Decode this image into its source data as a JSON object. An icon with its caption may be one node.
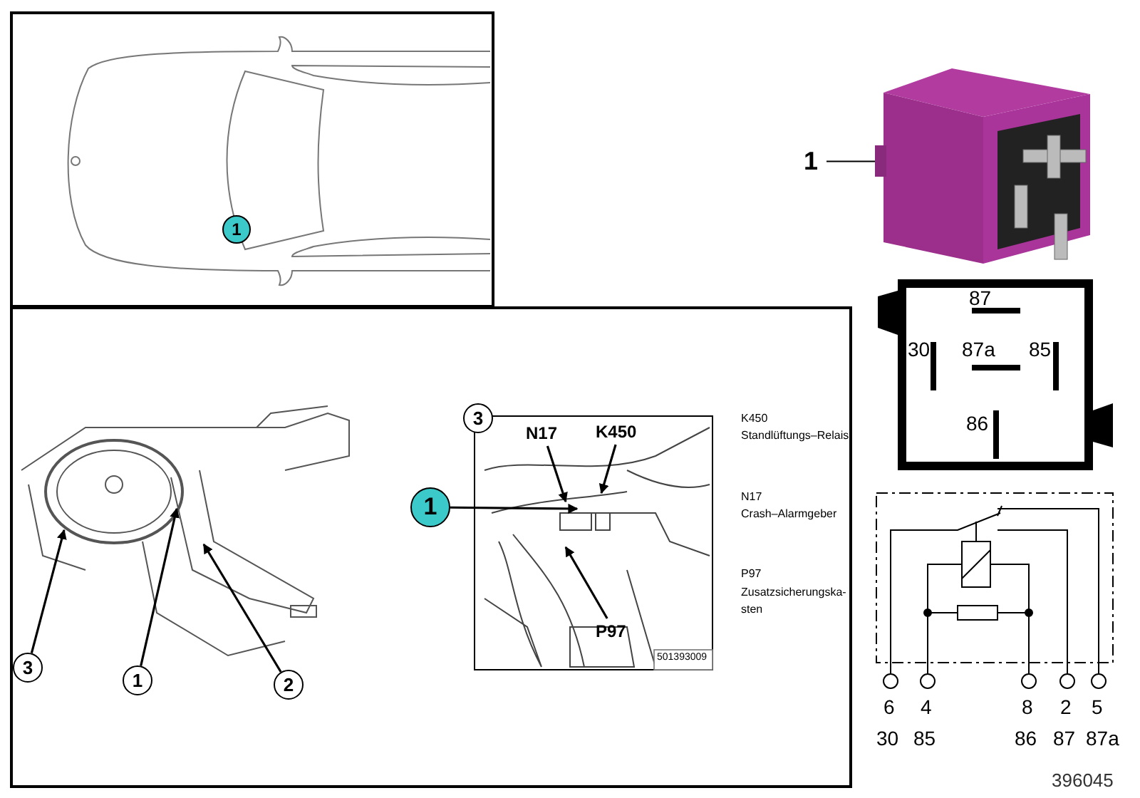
{
  "diagram": {
    "nodes": [
      {
        "text": [
          "1"
        ]
      },
      {
        "text": [],
        "shape": "picture"
      },
      {
        "text": [
          "1"
        ]
      },
      {
        "text": [
          "3"
        ]
      },
      {
        "text": [
          "N17"
        ]
      },
      {
        "text": [
          "K450"
        ]
      },
      {
        "text": [
          "1"
        ]
      },
      {
        "text": [
          "P97"
        ]
      },
      {
        "text": [
          "3"
        ]
      },
      {
        "text": [
          "1"
        ]
      },
      {
        "text": [
          "2"
        ]
      }
    ],
    "edges": [
      {
        "from": 0,
        "to": 1,
        "arrow": "none"
      },
      {
        "from": 8,
        "to": null,
        "arrow": "to"
      },
      {
        "from": 9,
        "to": null,
        "arrow": "to"
      },
      {
        "from": 10,
        "to": null,
        "arrow": "to"
      },
      {
        "from": 6,
        "to": null,
        "arrow": "to"
      },
      {
        "from": 4,
        "to": null,
        "arrow": "to"
      },
      {
        "from": 5,
        "to": null,
        "arrow": "to"
      },
      {
        "from": 7,
        "to": null,
        "arrow": "to"
      }
    ],
    "labels": [
      "K450",
      "Standlüftungs–Relais",
      "N17",
      "Crash–Alarmgeber",
      "P97",
      "Zusatzsicherungska- sten",
      "501393009",
      "87",
      "30",
      "87a",
      "85",
      "86",
      "6",
      "4",
      "8",
      "2",
      "5",
      "30",
      "85",
      "86",
      "87",
      "87a",
      "396045"
    ]
  }
}
